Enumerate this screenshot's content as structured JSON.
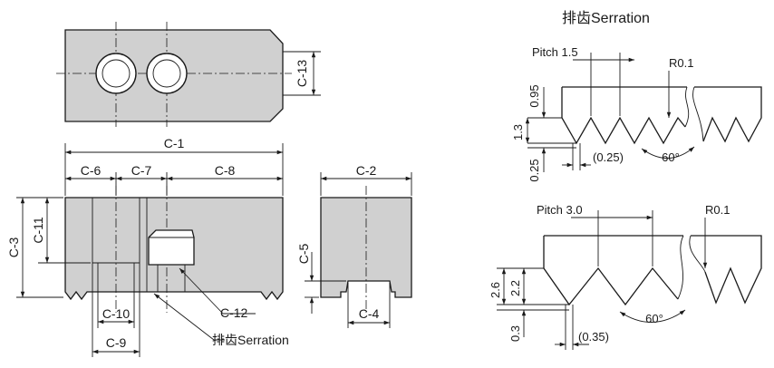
{
  "serration_title": "排齿Serration",
  "jaw_labels": {
    "c1": "C-1",
    "c2": "C-2",
    "c3": "C-3",
    "c4": "C-4",
    "c5": "C-5",
    "c6": "C-6",
    "c7": "C-7",
    "c8": "C-8",
    "c9": "C-9",
    "c10": "C-10",
    "c11": "C-11",
    "c12": "C-12",
    "c13": "C-13",
    "serration_callout": "排齿Serration"
  },
  "serration_fine": {
    "pitch": "Pitch 1.5",
    "radius": "R0.1",
    "dim_095": "0.95",
    "dim_13": "1.3",
    "dim_025": "0.25",
    "dim_025_paren": "(0.25)",
    "angle": "60°"
  },
  "serration_coarse": {
    "pitch": "Pitch 3.0",
    "radius": "R0.1",
    "dim_26": "2.6",
    "dim_22": "2.2",
    "dim_03": "0.3",
    "dim_035_paren": "(0.35)",
    "angle": "60°"
  }
}
